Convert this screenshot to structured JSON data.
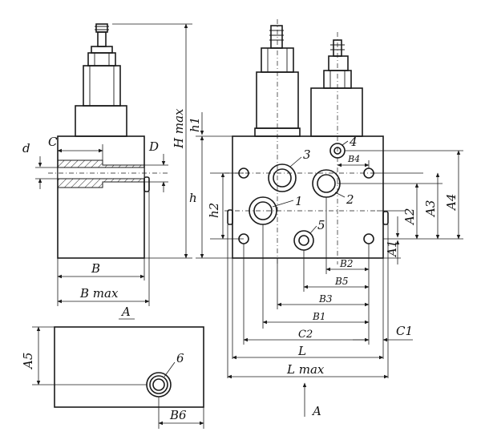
{
  "labels": {
    "H_max": "H max",
    "h1": "h1",
    "h": "h",
    "h2": "h2",
    "d": "d",
    "C": "C",
    "D": "D",
    "B": "B",
    "B_max": "B max",
    "A_view": "A",
    "A5": "A5",
    "port6": "6",
    "B6": "B6",
    "port1": "1",
    "port2": "2",
    "port3": "3",
    "port4": "4",
    "port5": "5",
    "B4": "B4",
    "B2": "B2",
    "B5": "B5",
    "B3": "B3",
    "B1": "B1",
    "C2": "C2",
    "C1": "C1",
    "L": "L",
    "L_max": "L max",
    "A1": "A1",
    "A2": "A2",
    "A3": "A3",
    "A4": "A4",
    "arrow_A": "A"
  }
}
